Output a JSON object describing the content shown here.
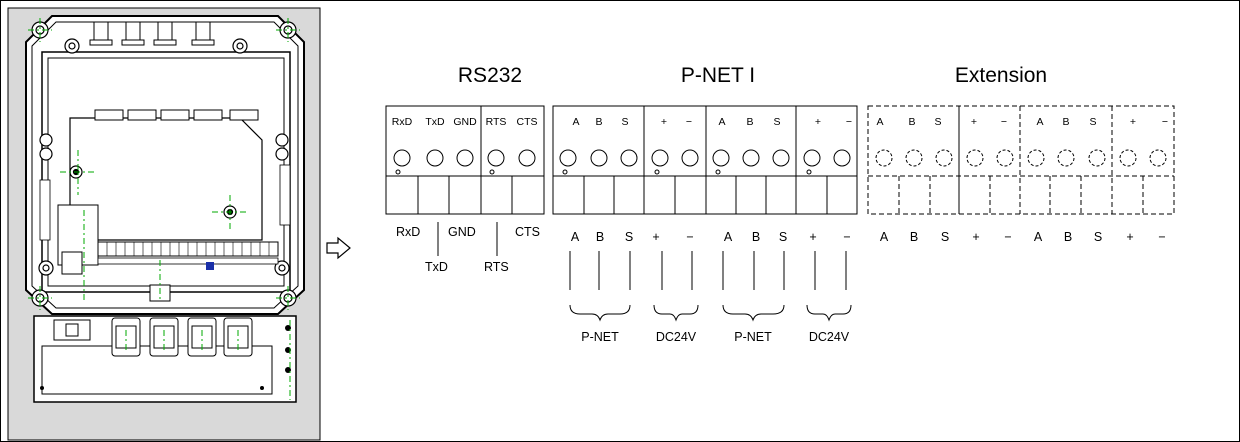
{
  "groups": {
    "rs232": "RS232",
    "pnet": "P-NET I",
    "extension": "Extension"
  },
  "rs232": {
    "top_labels": [
      "RxD",
      "TxD",
      "GND",
      "RTS",
      "CTS"
    ],
    "below_labels": {
      "rxd": "RxD",
      "gnd": "GND",
      "cts": "CTS",
      "txd": "TxD",
      "rts": "RTS"
    }
  },
  "pnet_block": {
    "top_labels": [
      "A",
      "B",
      "S",
      "+",
      "−",
      "A",
      "B",
      "S",
      "+",
      "−"
    ],
    "below_labels": [
      "A",
      "B",
      "S",
      "+",
      "−",
      "A",
      "B",
      "S",
      "+",
      "−"
    ],
    "brace_labels": [
      "P-NET",
      "DC24V",
      "P-NET",
      "DC24V"
    ]
  },
  "extension_block": {
    "top_labels": [
      "A",
      "B",
      "S",
      "+",
      "−",
      "A",
      "B",
      "S",
      "+",
      "−"
    ],
    "below_labels": [
      "A",
      "B",
      "S",
      "+",
      "−",
      "A",
      "B",
      "S",
      "+",
      "−"
    ]
  },
  "colors": {
    "panel_bg": "#d9d9d9",
    "line": "#000000",
    "centerline": "#00aa00",
    "marker": "#1a2fa8"
  }
}
